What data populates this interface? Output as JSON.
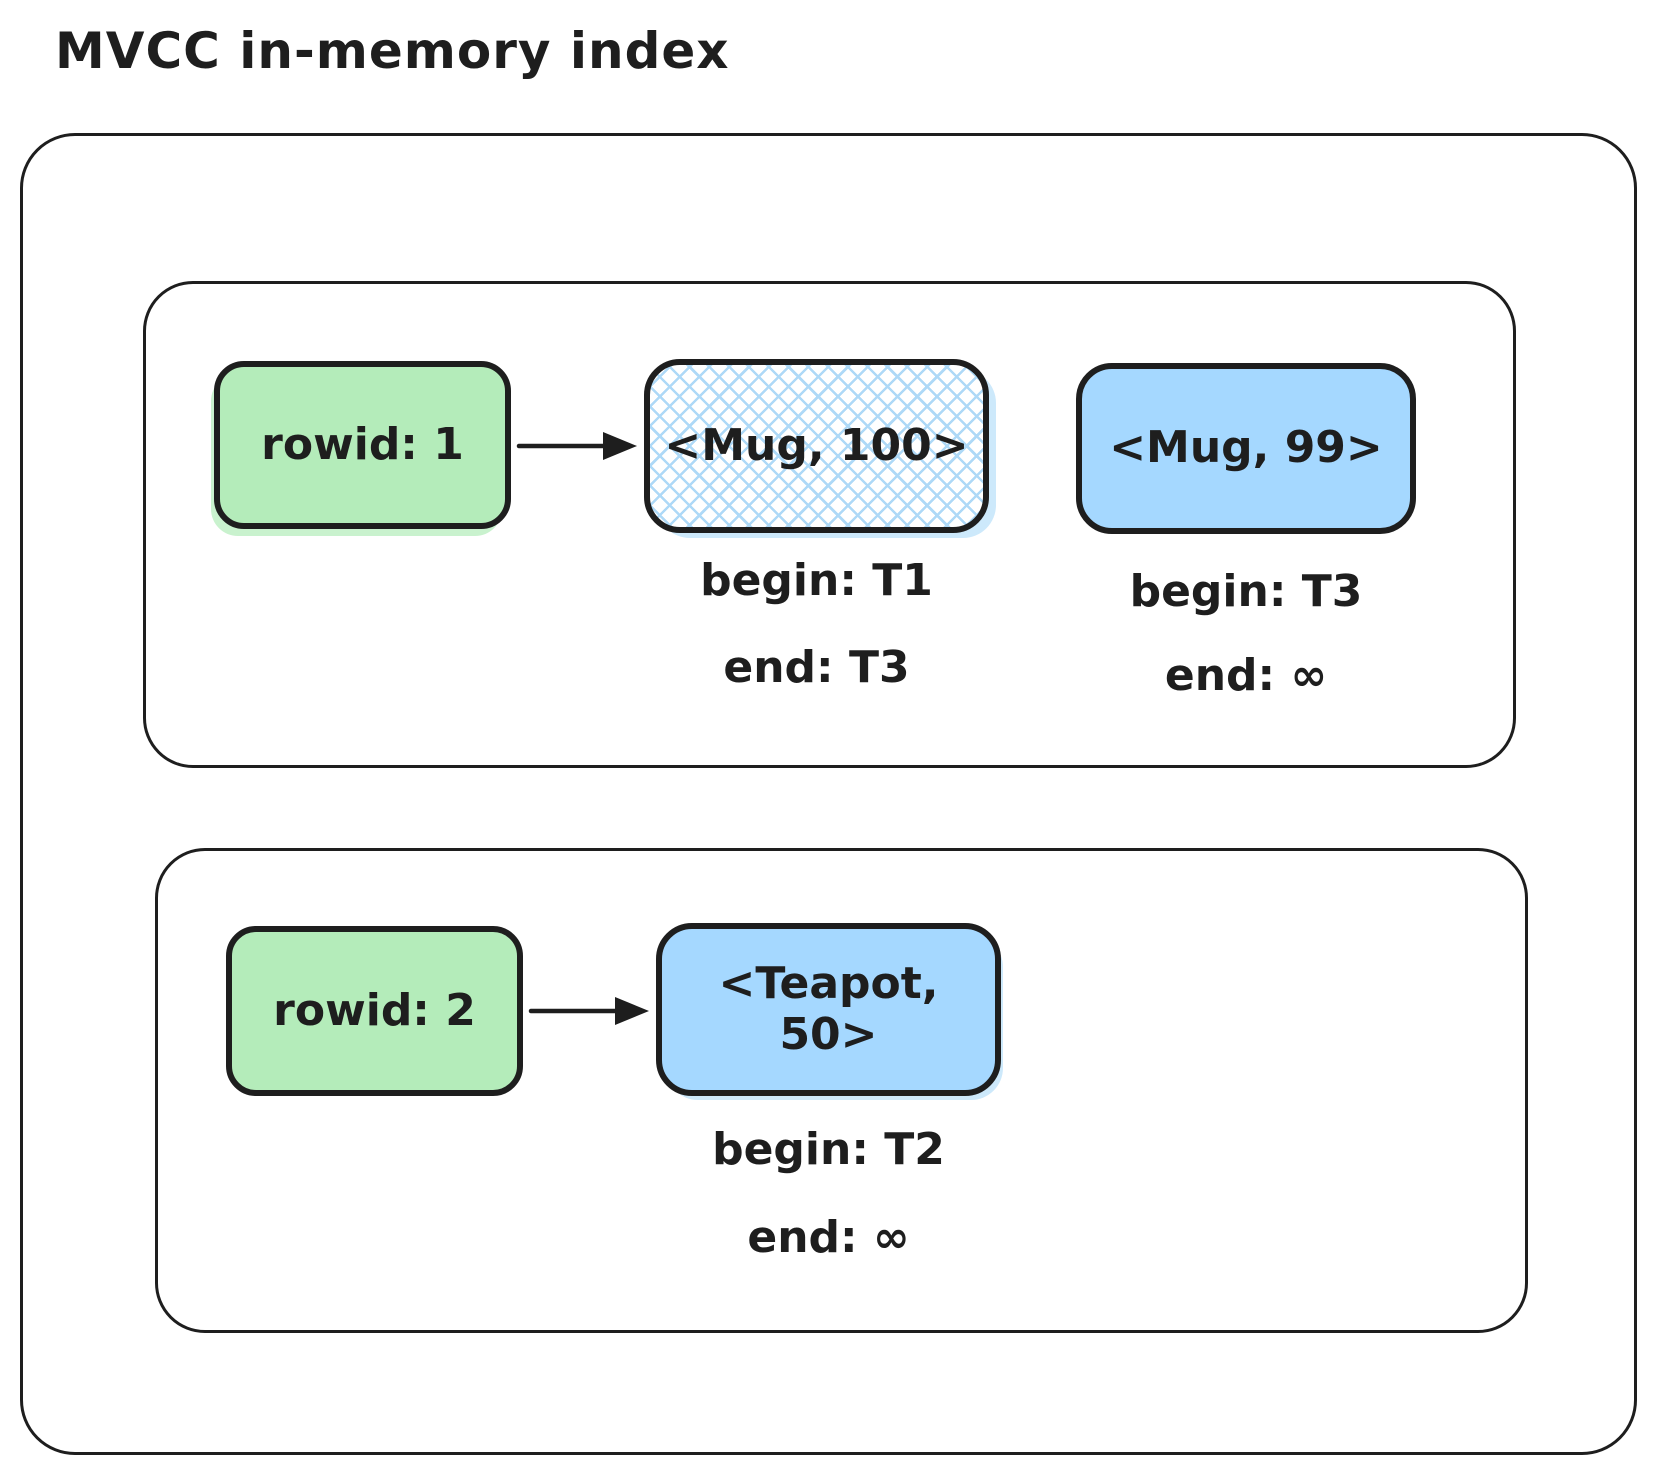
{
  "title": "MVCC in-memory index",
  "colors": {
    "stroke": "#1e1e1e",
    "rowid_fill": "#b4ecba",
    "version_fill": "#a5d8ff",
    "hatch_line": "#aed9f7",
    "background": "#ffffff"
  },
  "rows": [
    {
      "key": {
        "label": "rowid: 1"
      },
      "versions": [
        {
          "label": "<Mug, 100>",
          "begin": "begin: T1",
          "end": "end: T3",
          "style": "hatched"
        },
        {
          "label": "<Mug, 99>",
          "begin": "begin: T3",
          "end": "end: ∞",
          "style": "solid"
        }
      ]
    },
    {
      "key": {
        "label": "rowid: 2"
      },
      "versions": [
        {
          "label": "<Teapot, 50>",
          "begin": "begin: T2",
          "end": "end: ∞",
          "style": "solid"
        }
      ]
    }
  ]
}
